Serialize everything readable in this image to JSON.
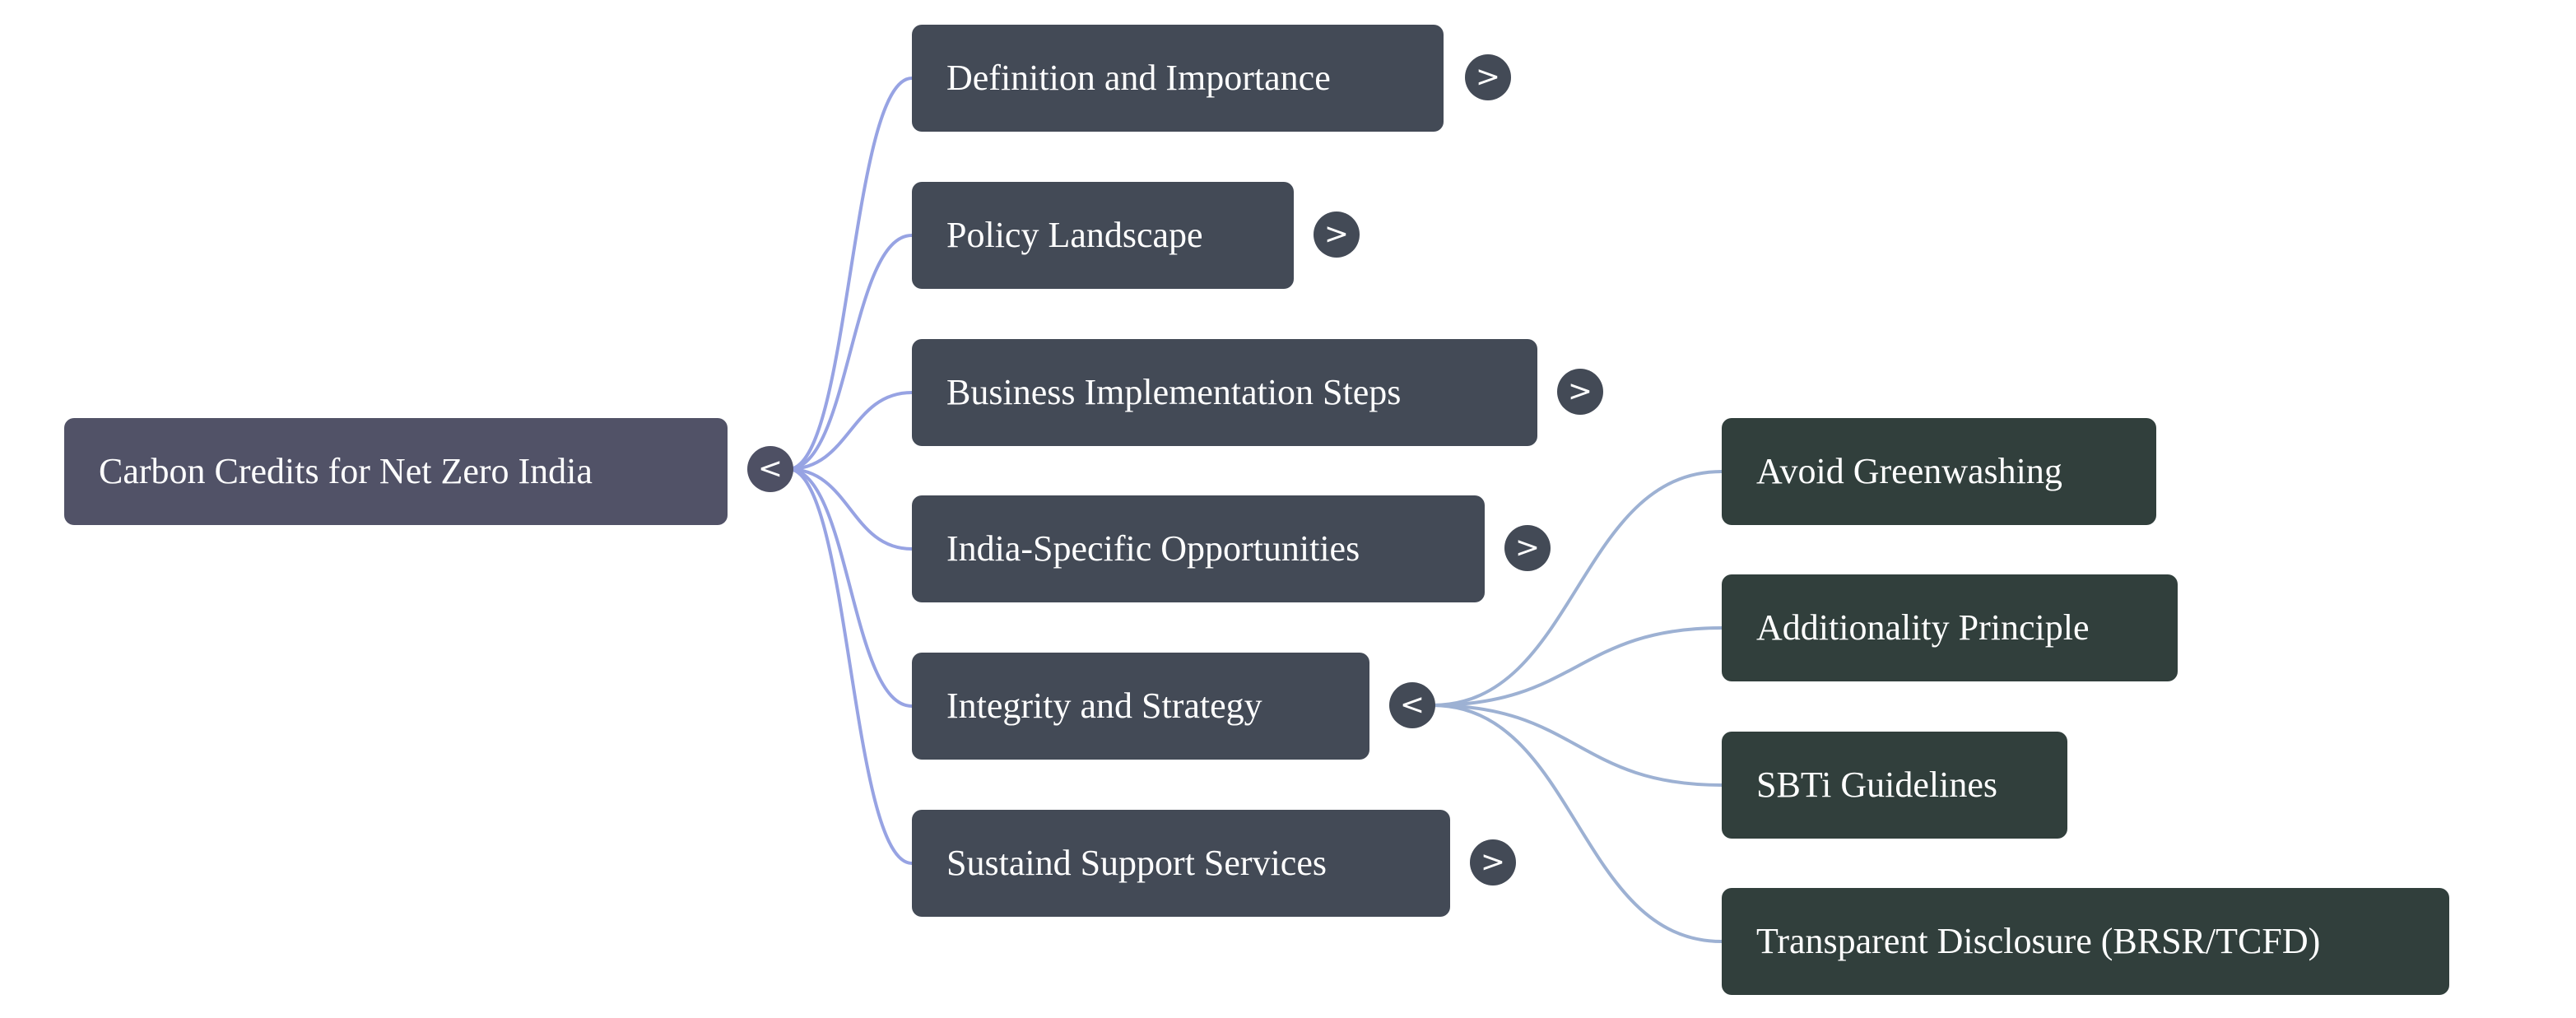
{
  "root": {
    "label": "Carbon Credits for Net Zero India",
    "toggle": "<"
  },
  "branches": [
    {
      "label": "Definition and Importance",
      "toggle": ">"
    },
    {
      "label": "Policy Landscape",
      "toggle": ">"
    },
    {
      "label": "Business Implementation Steps",
      "toggle": ">"
    },
    {
      "label": "India-Specific Opportunities",
      "toggle": ">"
    },
    {
      "label": "Integrity and Strategy",
      "toggle": "<"
    },
    {
      "label": "Sustaind Support Services",
      "toggle": ">"
    }
  ],
  "integrity_children": [
    {
      "label": "Avoid Greenwashing"
    },
    {
      "label": "Additionality Principle"
    },
    {
      "label": "SBTi Guidelines"
    },
    {
      "label": "Transparent Disclosure (BRSR/TCFD)"
    }
  ],
  "colors": {
    "root_node": "#515267",
    "level1_node": "#434a56",
    "level2_node": "#313f3c",
    "root_links": "#97a3e3",
    "child_links": "#9db1d3"
  }
}
